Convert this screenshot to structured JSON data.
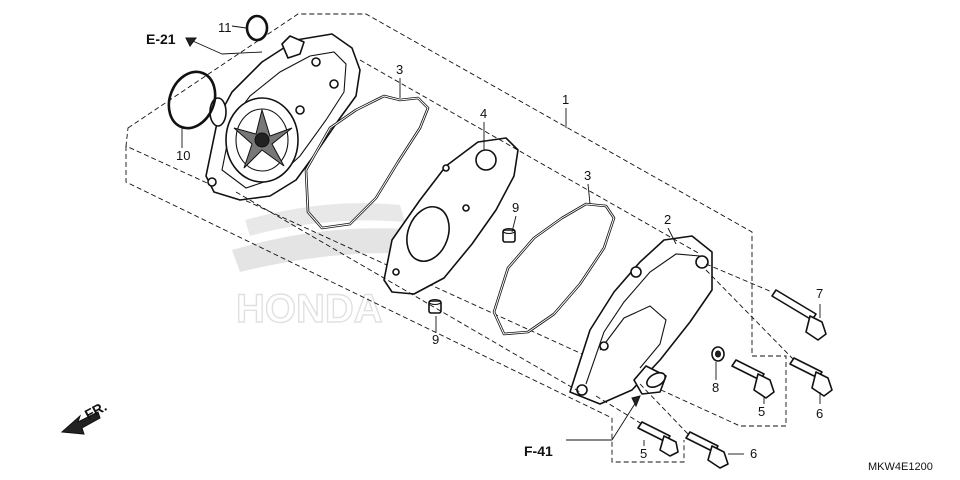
{
  "callouts": {
    "item_1": "1",
    "item_2": "2",
    "item_3a": "3",
    "item_3b": "3",
    "item_4": "4",
    "item_5a": "5",
    "item_5b": "5",
    "item_6a": "6",
    "item_6b": "6",
    "item_7": "7",
    "item_8": "8",
    "item_9a": "9",
    "item_9b": "9",
    "item_10": "10",
    "item_11": "11"
  },
  "references": {
    "upper": "E-21",
    "lower": "F-41"
  },
  "direction": "FR.",
  "diagram_code": "MKW4E1200",
  "watermark": "HONDA"
}
